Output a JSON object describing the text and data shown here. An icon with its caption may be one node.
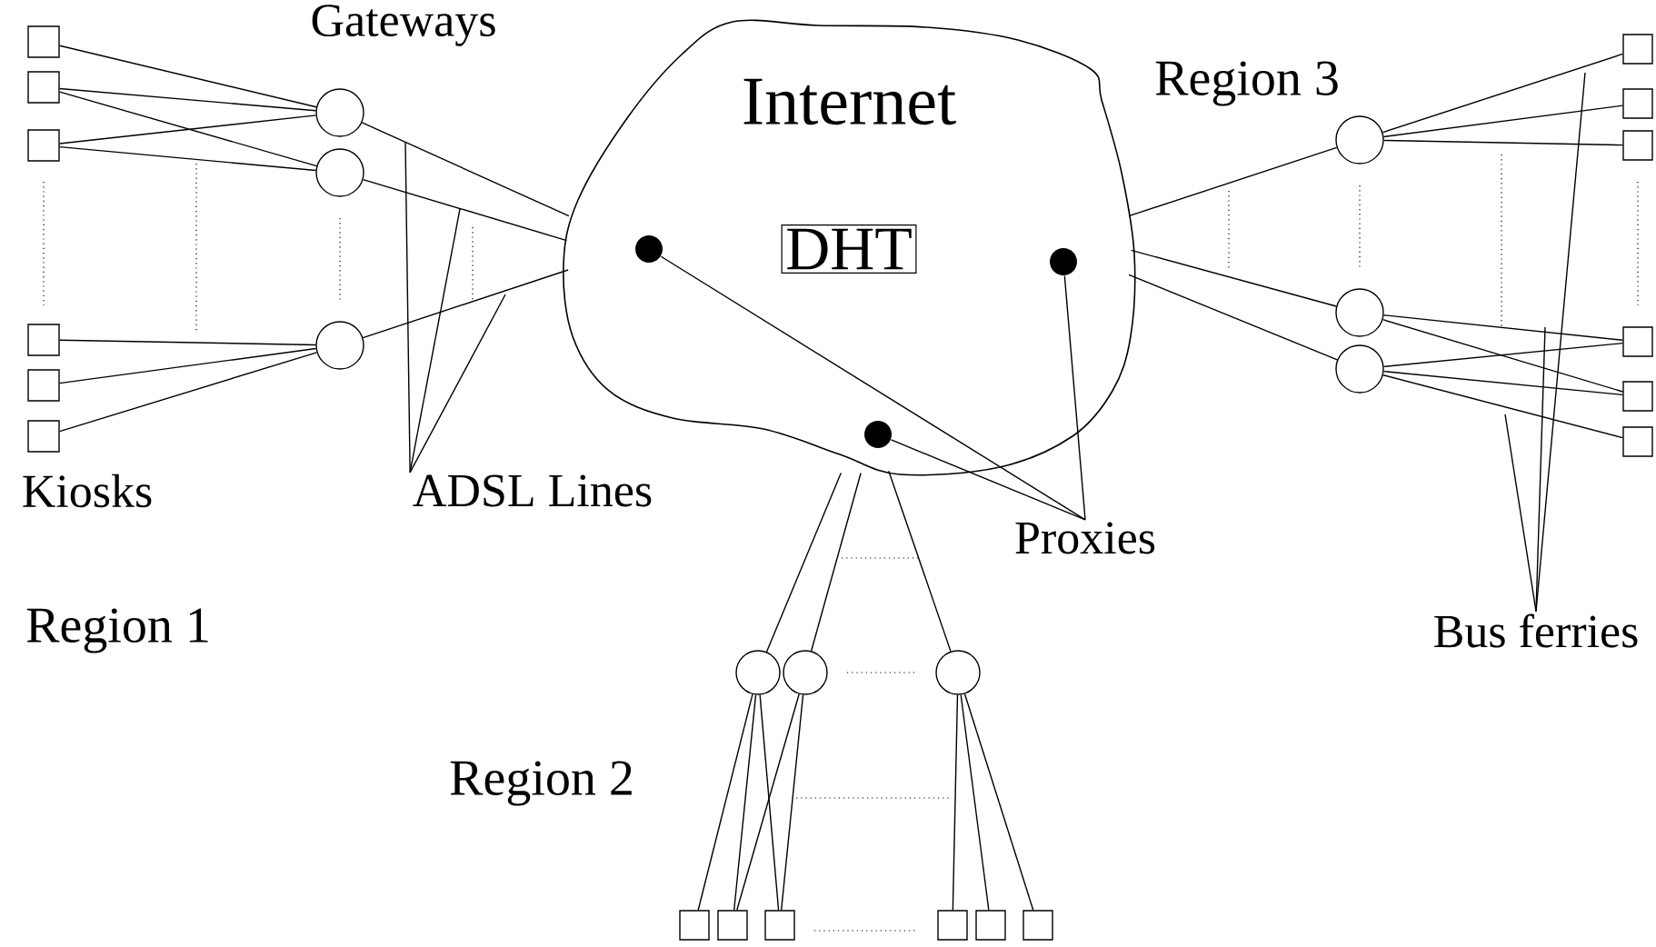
{
  "diagram": {
    "nodes": [
      {
        "text": [
          "Internet"
        ]
      },
      {
        "text": [
          "DHT"
        ],
        "in": 0
      },
      {
        "text": [],
        "shape": "dot",
        "in": 0
      },
      {
        "text": [],
        "shape": "dot",
        "in": 0
      },
      {
        "text": [],
        "shape": "dot",
        "in": 0
      },
      {
        "text": [],
        "shape": "box"
      },
      {
        "text": [],
        "shape": "box"
      },
      {
        "text": [],
        "shape": "box"
      },
      {
        "text": [],
        "shape": "box"
      },
      {
        "text": [],
        "shape": "box"
      },
      {
        "text": [],
        "shape": "box"
      },
      {
        "text": [],
        "shape": "circle"
      },
      {
        "text": [],
        "shape": "circle"
      },
      {
        "text": [],
        "shape": "circle"
      },
      {
        "text": [],
        "shape": "circle"
      },
      {
        "text": [],
        "shape": "circle"
      },
      {
        "text": [],
        "shape": "circle"
      },
      {
        "text": [],
        "shape": "box"
      },
      {
        "text": [],
        "shape": "box"
      },
      {
        "text": [],
        "shape": "box"
      },
      {
        "text": [],
        "shape": "box"
      },
      {
        "text": [],
        "shape": "box"
      },
      {
        "text": [],
        "shape": "box"
      },
      {
        "text": [],
        "shape": "circle"
      },
      {
        "text": [],
        "shape": "circle"
      },
      {
        "text": [],
        "shape": "circle"
      },
      {
        "text": [],
        "shape": "box"
      },
      {
        "text": [],
        "shape": "box"
      },
      {
        "text": [],
        "shape": "box"
      },
      {
        "text": [],
        "shape": "box"
      },
      {
        "text": [],
        "shape": "box"
      },
      {
        "text": [],
        "shape": "box"
      },
      {
        "text": [
          "ADSL Lines"
        ]
      },
      {
        "text": [
          "Proxies"
        ]
      },
      {
        "text": [
          "Bus ferries"
        ]
      }
    ],
    "edges": [
      {
        "from": 5,
        "to": 11,
        "arrow": "none"
      },
      {
        "from": 6,
        "to": 11,
        "arrow": "none"
      },
      {
        "from": 6,
        "to": 12,
        "arrow": "none"
      },
      {
        "from": 7,
        "to": 11,
        "arrow": "none"
      },
      {
        "from": 7,
        "to": 12,
        "arrow": "none"
      },
      {
        "from": 8,
        "to": 13,
        "arrow": "none"
      },
      {
        "from": 9,
        "to": 13,
        "arrow": "none"
      },
      {
        "from": 10,
        "to": 13,
        "arrow": "none"
      },
      {
        "from": 11,
        "to": 0,
        "arrow": "none"
      },
      {
        "from": 12,
        "to": 0,
        "arrow": "none"
      },
      {
        "from": 13,
        "to": 0,
        "arrow": "none"
      },
      {
        "from": 0,
        "to": 14,
        "arrow": "none"
      },
      {
        "from": 0,
        "to": 15,
        "arrow": "none"
      },
      {
        "from": 0,
        "to": 16,
        "arrow": "none"
      },
      {
        "from": 14,
        "to": 17,
        "arrow": "none"
      },
      {
        "from": 14,
        "to": 18,
        "arrow": "none"
      },
      {
        "from": 14,
        "to": 19,
        "arrow": "none"
      },
      {
        "from": 15,
        "to": 20,
        "arrow": "none"
      },
      {
        "from": 15,
        "to": 21,
        "arrow": "none"
      },
      {
        "from": 16,
        "to": 20,
        "arrow": "none"
      },
      {
        "from": 16,
        "to": 21,
        "arrow": "none"
      },
      {
        "from": 16,
        "to": 22,
        "arrow": "none"
      },
      {
        "from": 0,
        "to": 23,
        "arrow": "none"
      },
      {
        "from": 0,
        "to": 24,
        "arrow": "none"
      },
      {
        "from": 0,
        "to": 25,
        "arrow": "none"
      },
      {
        "from": 23,
        "to": 26,
        "arrow": "none"
      },
      {
        "from": 23,
        "to": 27,
        "arrow": "none"
      },
      {
        "from": 23,
        "to": 28,
        "arrow": "none"
      },
      {
        "from": 24,
        "to": 27,
        "arrow": "none"
      },
      {
        "from": 24,
        "to": 28,
        "arrow": "none"
      },
      {
        "from": 25,
        "to": 29,
        "arrow": "none"
      },
      {
        "from": 25,
        "to": 30,
        "arrow": "none"
      },
      {
        "from": 25,
        "to": 31,
        "arrow": "none"
      },
      {
        "from": 32,
        "to": null,
        "arrow": "none"
      },
      {
        "from": 32,
        "to": null,
        "arrow": "none"
      },
      {
        "from": 32,
        "to": null,
        "arrow": "none"
      },
      {
        "from": 33,
        "to": 2,
        "arrow": "none"
      },
      {
        "from": 33,
        "to": 3,
        "arrow": "none"
      },
      {
        "from": 33,
        "to": 4,
        "arrow": "none"
      },
      {
        "from": 34,
        "to": null,
        "arrow": "none"
      },
      {
        "from": 34,
        "to": null,
        "arrow": "none"
      },
      {
        "from": 34,
        "to": null,
        "arrow": "none"
      }
    ],
    "labels": [
      "Gateways",
      "Region 3",
      "Kiosks",
      "Region 1",
      "Region 2"
    ]
  }
}
